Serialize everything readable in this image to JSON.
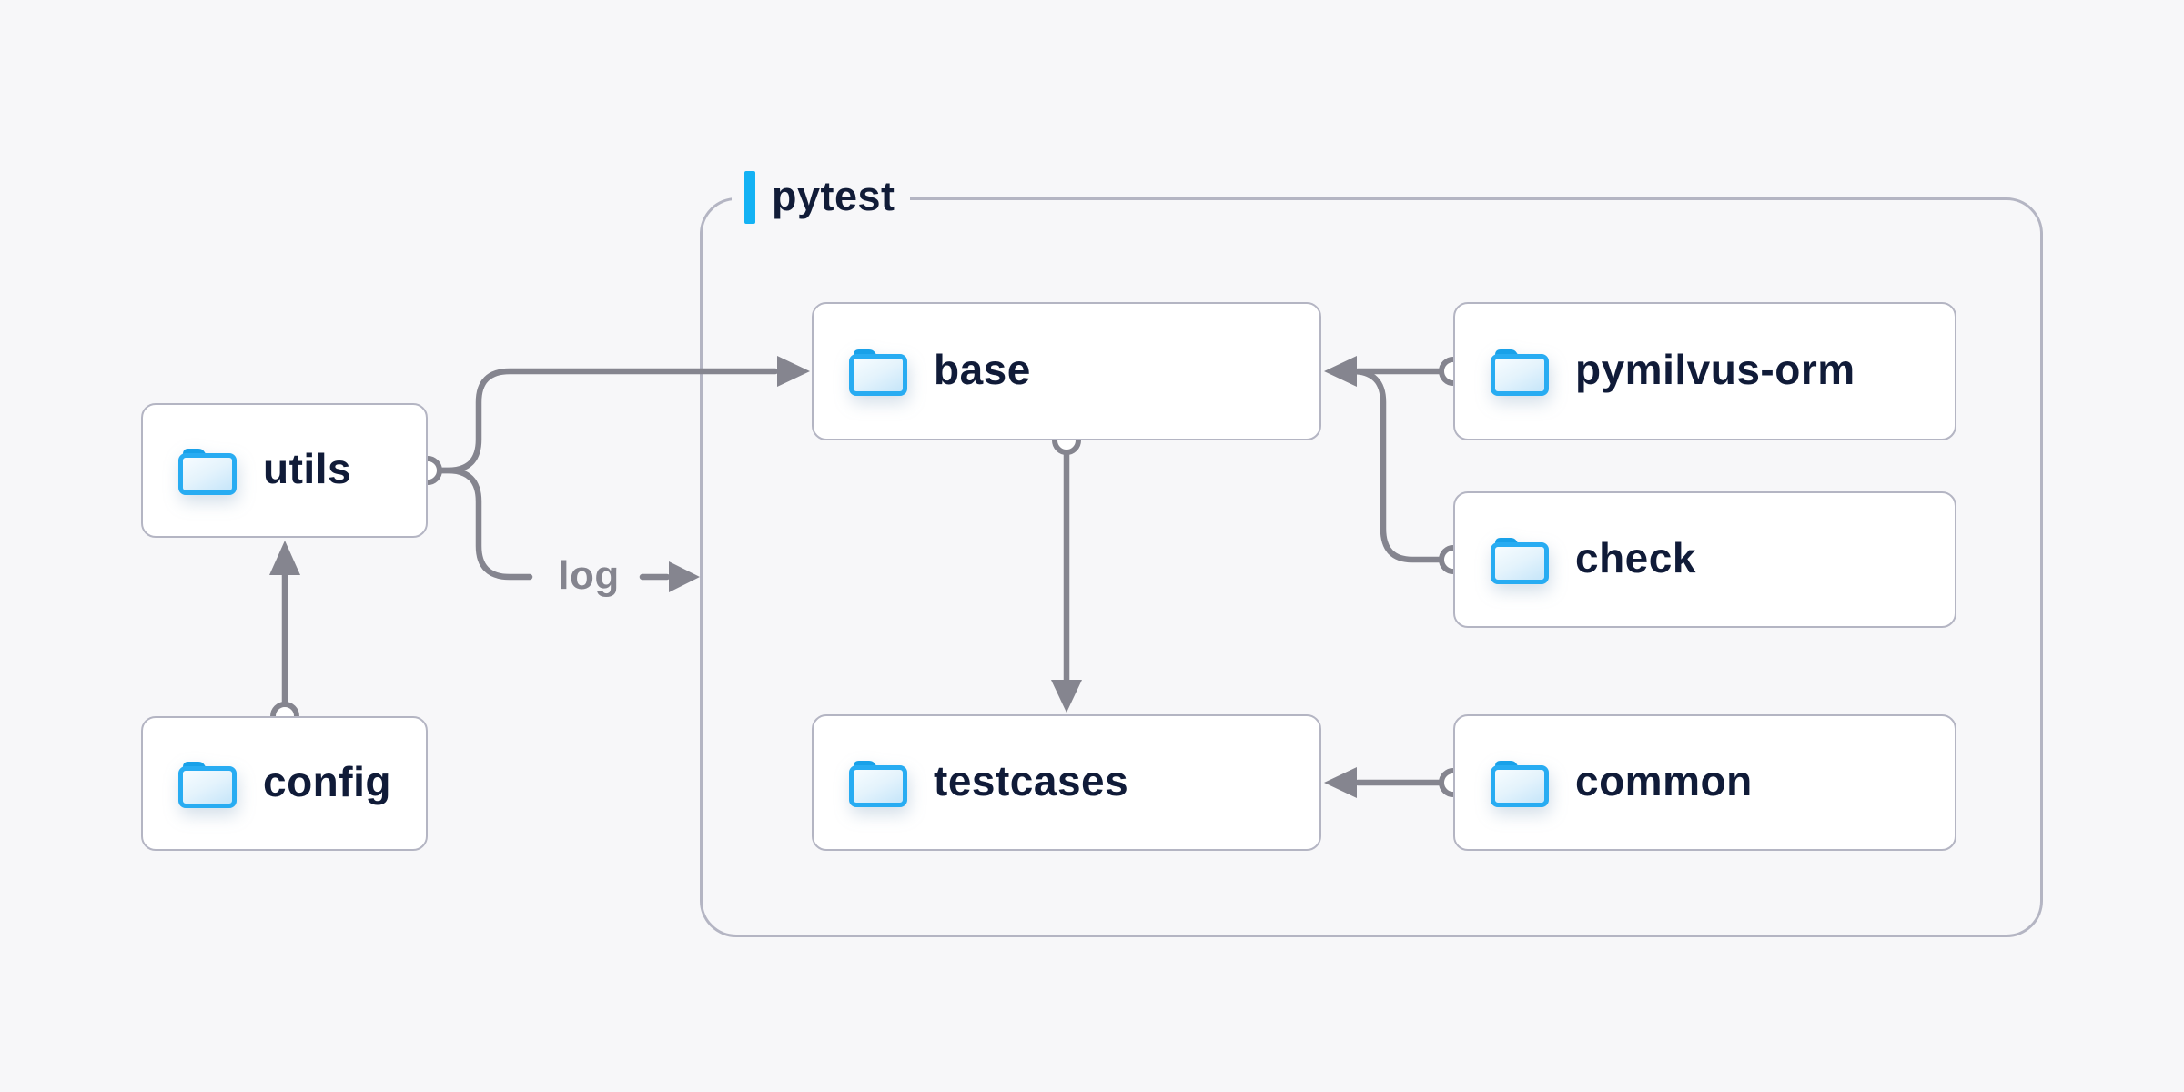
{
  "container": {
    "label": "pytest"
  },
  "nodes": {
    "utils": {
      "label": "utils",
      "icon": "folder-icon"
    },
    "config": {
      "label": "config",
      "icon": "folder-icon"
    },
    "base": {
      "label": "base",
      "icon": "folder-icon"
    },
    "pymilvus_orm": {
      "label": "pymilvus-orm",
      "icon": "folder-icon"
    },
    "check": {
      "label": "check",
      "icon": "folder-icon"
    },
    "testcases": {
      "label": "testcases",
      "icon": "folder-icon"
    },
    "common": {
      "label": "common",
      "icon": "folder-icon"
    }
  },
  "edges": [
    {
      "from": "config",
      "to": "utils",
      "label": ""
    },
    {
      "from": "utils",
      "to": "base",
      "label": ""
    },
    {
      "from": "utils",
      "to": "pytest",
      "label": "log"
    },
    {
      "from": "base",
      "to": "testcases",
      "label": ""
    },
    {
      "from": "pymilvus-orm",
      "to": "base",
      "label": ""
    },
    {
      "from": "check",
      "to": "base",
      "label": ""
    },
    {
      "from": "common",
      "to": "testcases",
      "label": ""
    }
  ],
  "colors": {
    "background": "#f7f7f9",
    "node_fill": "#ffffff",
    "node_border": "#b4b5c3",
    "container_border": "#b4b5c3",
    "text_dark": "#101b38",
    "edge_gray": "#85858f",
    "accent_blue": "#14b2f4",
    "folder_border_blue": "#28acf2",
    "folder_tab_blue": "#18a1e9",
    "folder_fill_light": "#cfe9fa"
  }
}
